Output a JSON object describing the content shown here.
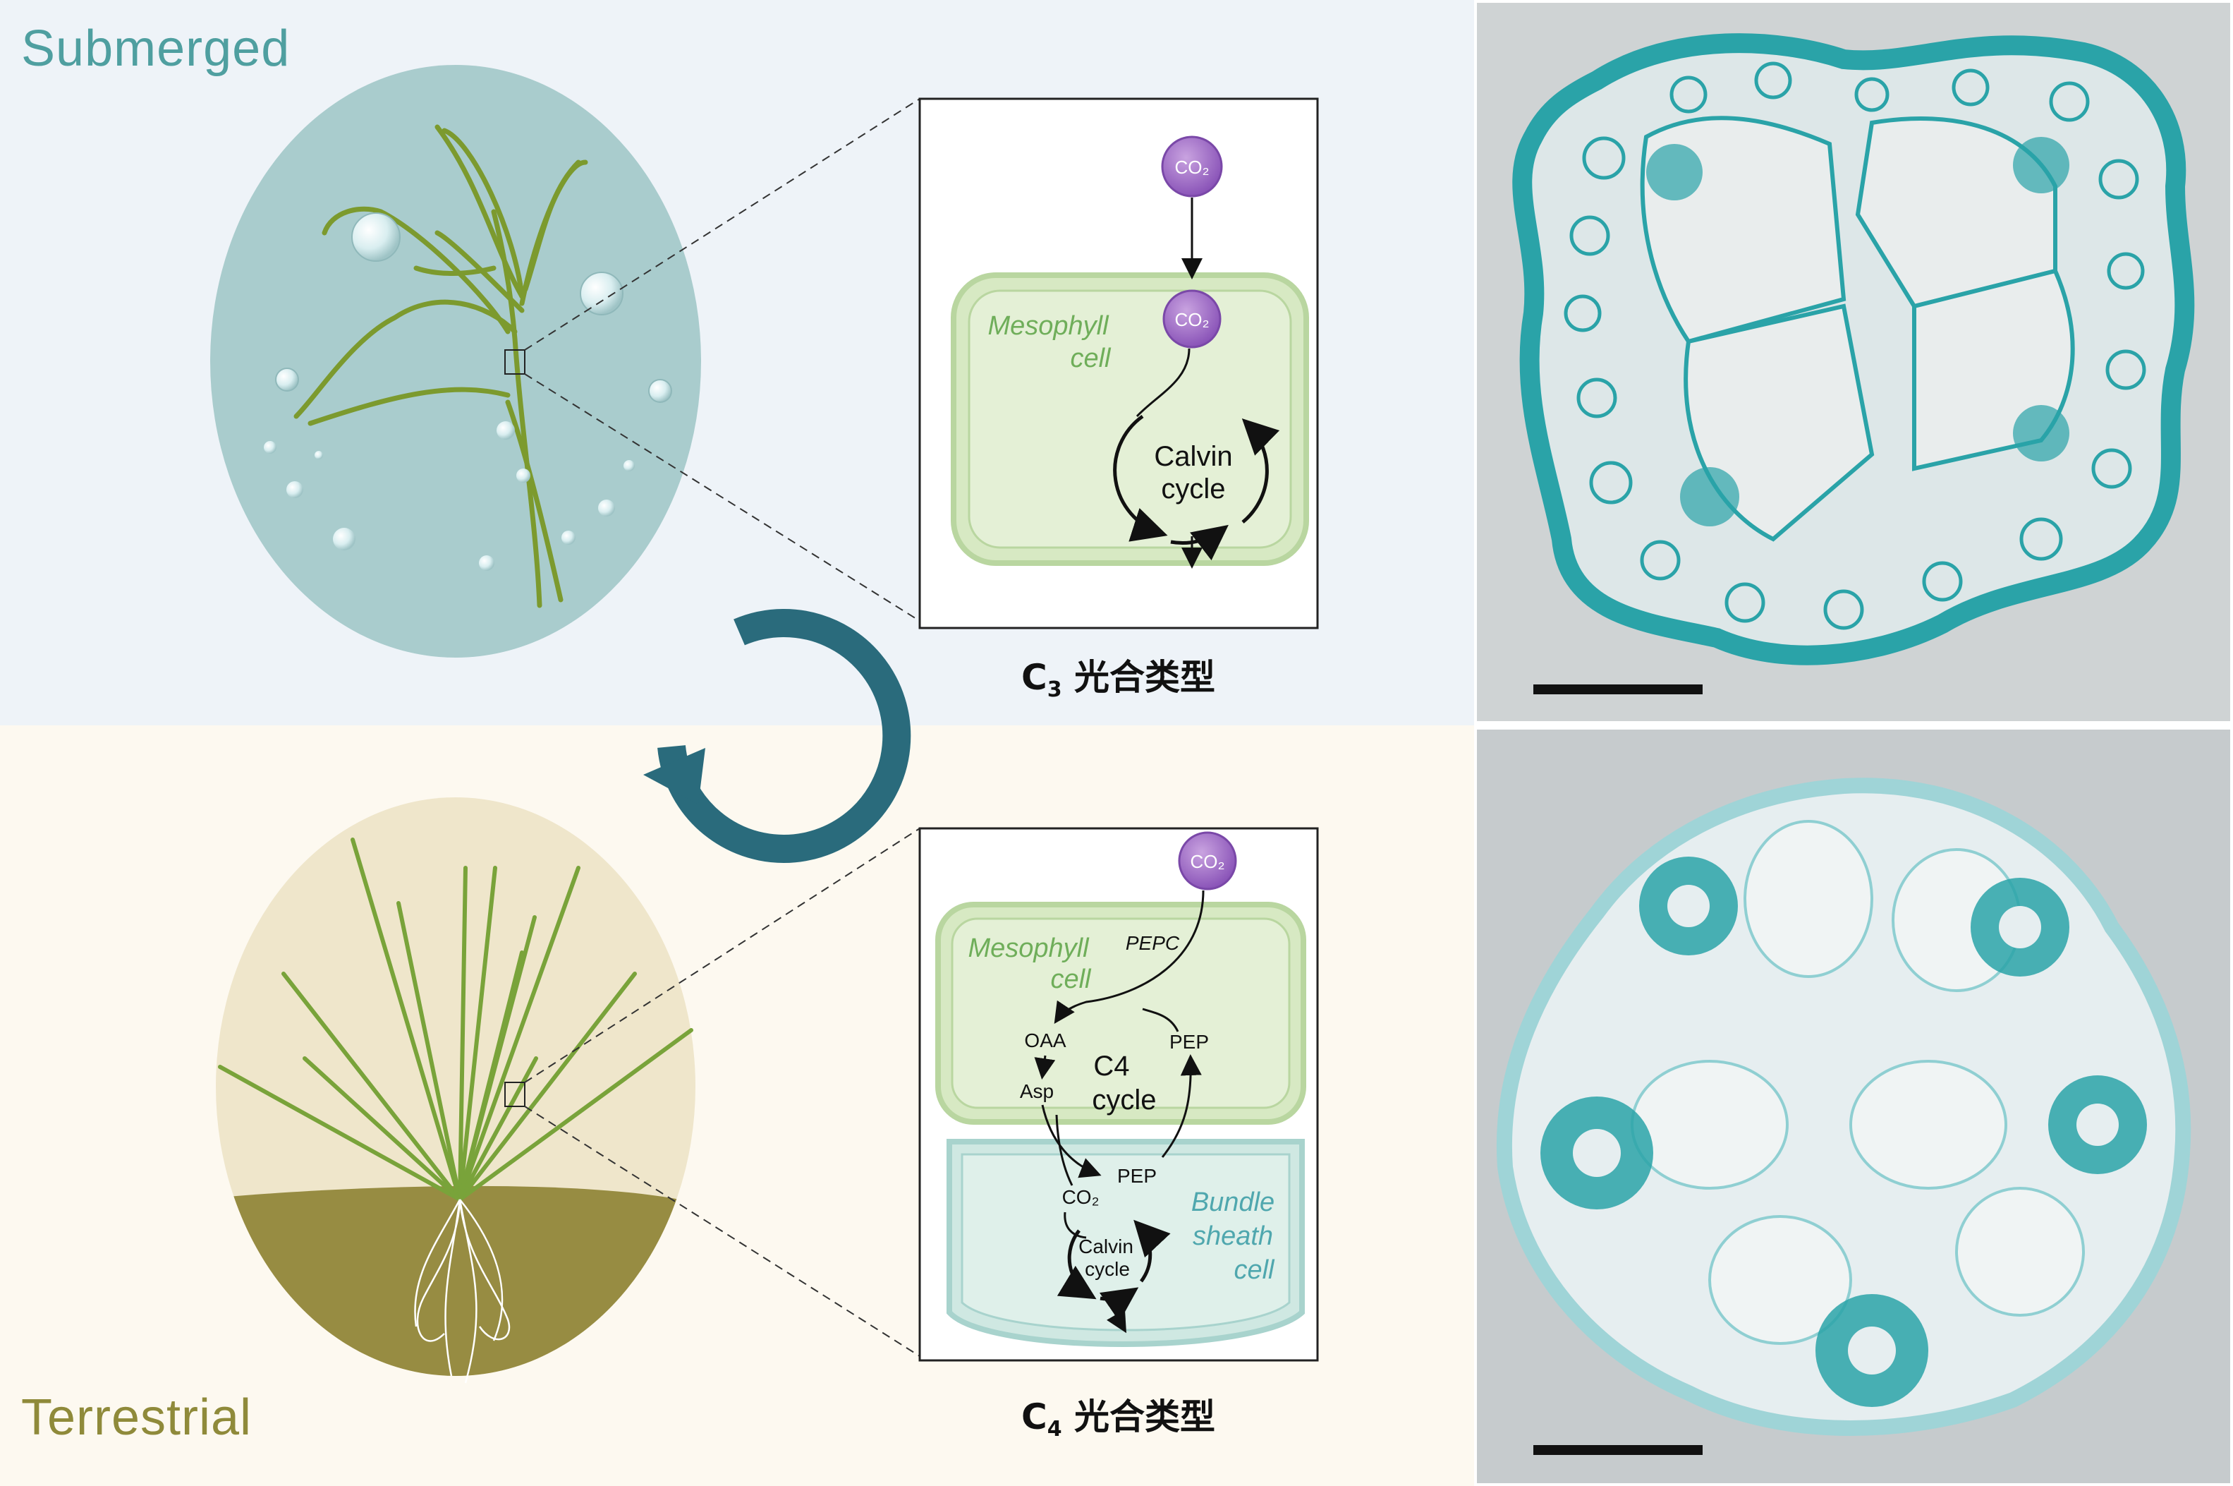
{
  "environments": {
    "submerged_label": "Submerged",
    "terrestrial_label": "Terrestrial"
  },
  "c3_panel": {
    "caption_main": "C",
    "caption_sub": "3",
    "caption_text": " 光合类型",
    "co2_outer": "CO₂",
    "co2_inner": "CO₂",
    "cell_label_line1": "Mesophyll",
    "cell_label_line2": "cell",
    "cycle_line1": "Calvin",
    "cycle_line2": "cycle"
  },
  "c4_panel": {
    "caption_main": "C",
    "caption_sub": "4",
    "caption_text": " 光合类型",
    "co2_outer": "CO₂",
    "mesophyll_line1": "Mesophyll",
    "mesophyll_line2": "cell",
    "pepc": "PEPC",
    "oaa": "OAA",
    "asp": "Asp",
    "pep_upper": "PEP",
    "pep_lower": "PEP",
    "c4_cycle_line1": "C4",
    "c4_cycle_line2": "cycle",
    "co2_bundle": "CO₂",
    "calvin_line1": "Calvin",
    "calvin_line2": "cycle",
    "bundle_line1": "Bundle",
    "bundle_line2": "sheath",
    "bundle_line3": "cell"
  },
  "colors": {
    "submerged_text": "#4f9fa0",
    "terrestrial_text": "#8f8a3a",
    "cycle_arrow": "#2a6b7c",
    "stain": "#2aa3a8"
  }
}
